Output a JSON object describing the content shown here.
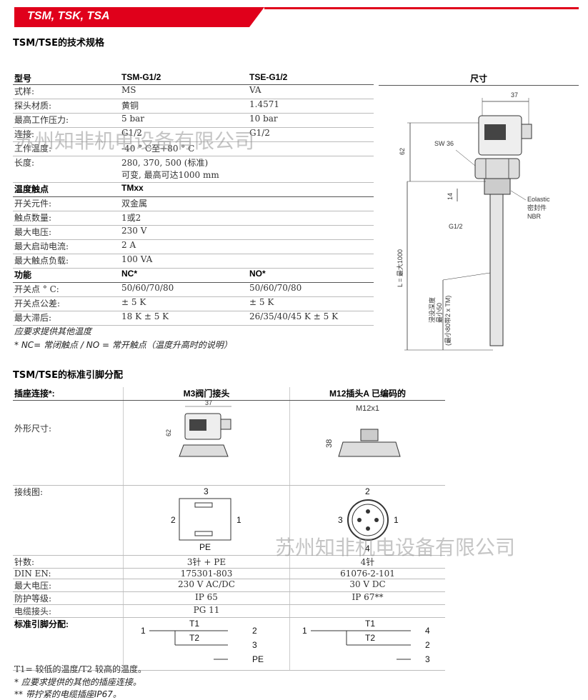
{
  "banner": {
    "title": "TSM, TSK, TSA"
  },
  "section1": {
    "title": "TSM/TSE的技术规格"
  },
  "spec": {
    "header": [
      "型号",
      "TSM-G1/2",
      "TSE-G1/2"
    ],
    "rows1": [
      [
        "式样:",
        "MS",
        "VA"
      ],
      [
        "探头材质:",
        "黄铜",
        "1.4571"
      ],
      [
        "最高工作压力:",
        "5 bar",
        "10 bar"
      ],
      [
        "连接:",
        "G1/2",
        "G1/2"
      ],
      [
        "工作温度:",
        "-40 ° C至+80 ° C",
        ""
      ],
      [
        "长度:",
        "280, 370, 500 (标准)",
        ""
      ]
    ],
    "length_line2": "可变, 最高可达1000 mm",
    "section2_header": [
      "温度触点",
      "TMxx",
      ""
    ],
    "rows2": [
      [
        "开关元件:",
        "双金属",
        ""
      ],
      [
        "触点数量:",
        "1或2",
        ""
      ],
      [
        "最大电压:",
        "230 V",
        ""
      ],
      [
        "最大启动电流:",
        "2 A",
        ""
      ],
      [
        "最大触点负载:",
        "100 VA",
        ""
      ]
    ],
    "section3_header": [
      "功能",
      "NC*",
      "NO*"
    ],
    "rows3": [
      [
        "开关点 ° C:",
        "50/60/70/80",
        "50/60/70/80"
      ],
      [
        "开关点公差:",
        "± 5 K",
        "± 5 K"
      ],
      [
        "最大滞后:",
        "18 K ± 5 K",
        "26/35/40/45 K ± 5 K"
      ]
    ],
    "note1": "应要求提供其他温度",
    "note2": "* NC= 常闭触点 / NO = 常开触点（温度升高时的说明）"
  },
  "dimensions": {
    "title": "尺寸",
    "labels": {
      "d37": "37",
      "d62": "62",
      "sw": "SW 36",
      "d14": "14",
      "g12": "G1/2",
      "eolastic": "Eolastic",
      "seal": "密封件",
      "nbr": "NBR",
      "L": "L = 最大1000",
      "immersion": "浸没深度",
      "min50": "最小50",
      "min80": "(最小80带2 x TM)"
    }
  },
  "section2": {
    "title": "TSM/TSE的标准引脚分配"
  },
  "pins": {
    "header": [
      "插座连接*:",
      "M3阀门接头",
      "M12插头A 已编码的"
    ],
    "outline_label": "外形尺寸:",
    "outline_m3": {
      "w": "37",
      "h": "62"
    },
    "outline_m12": {
      "thread": "M12x1",
      "h": "38"
    },
    "wiring_label": "接线图:",
    "m3_pins": {
      "top": "3",
      "left": "2",
      "right": "1",
      "bottom": "PE"
    },
    "m12_pins": {
      "top": "2",
      "left": "3",
      "right": "1",
      "bottom": "4"
    },
    "rows": [
      [
        "针数:",
        "3针 + PE",
        "4针"
      ],
      [
        "DIN EN:",
        "175301-803",
        "61076-2-101"
      ],
      [
        "最大电压:",
        "230 V AC/DC",
        "30 V DC"
      ],
      [
        "防护等级:",
        "IP 65",
        "IP 67**"
      ],
      [
        "电缆接头:",
        "PG 11",
        ""
      ]
    ],
    "assign_label": "标准引脚分配:",
    "m3_assign": {
      "in": "1",
      "t1": "T1",
      "t2": "T2",
      "o1": "2",
      "o2": "3",
      "o3": "PE"
    },
    "m12_assign": {
      "in": "1",
      "t1": "T1",
      "t2": "T2",
      "o1": "4",
      "o2": "2",
      "o3": "3"
    },
    "note1": "T1= 较低的温度/T2 较高的温度。",
    "note2": "* 应要求提供的其他的插座连接。",
    "note3": "** 带拧紧的电缆插座IP67。"
  },
  "watermark": {
    "text1": "苏州知非机电设备有限公司",
    "text2": "苏州知非机电设备有限公司"
  }
}
